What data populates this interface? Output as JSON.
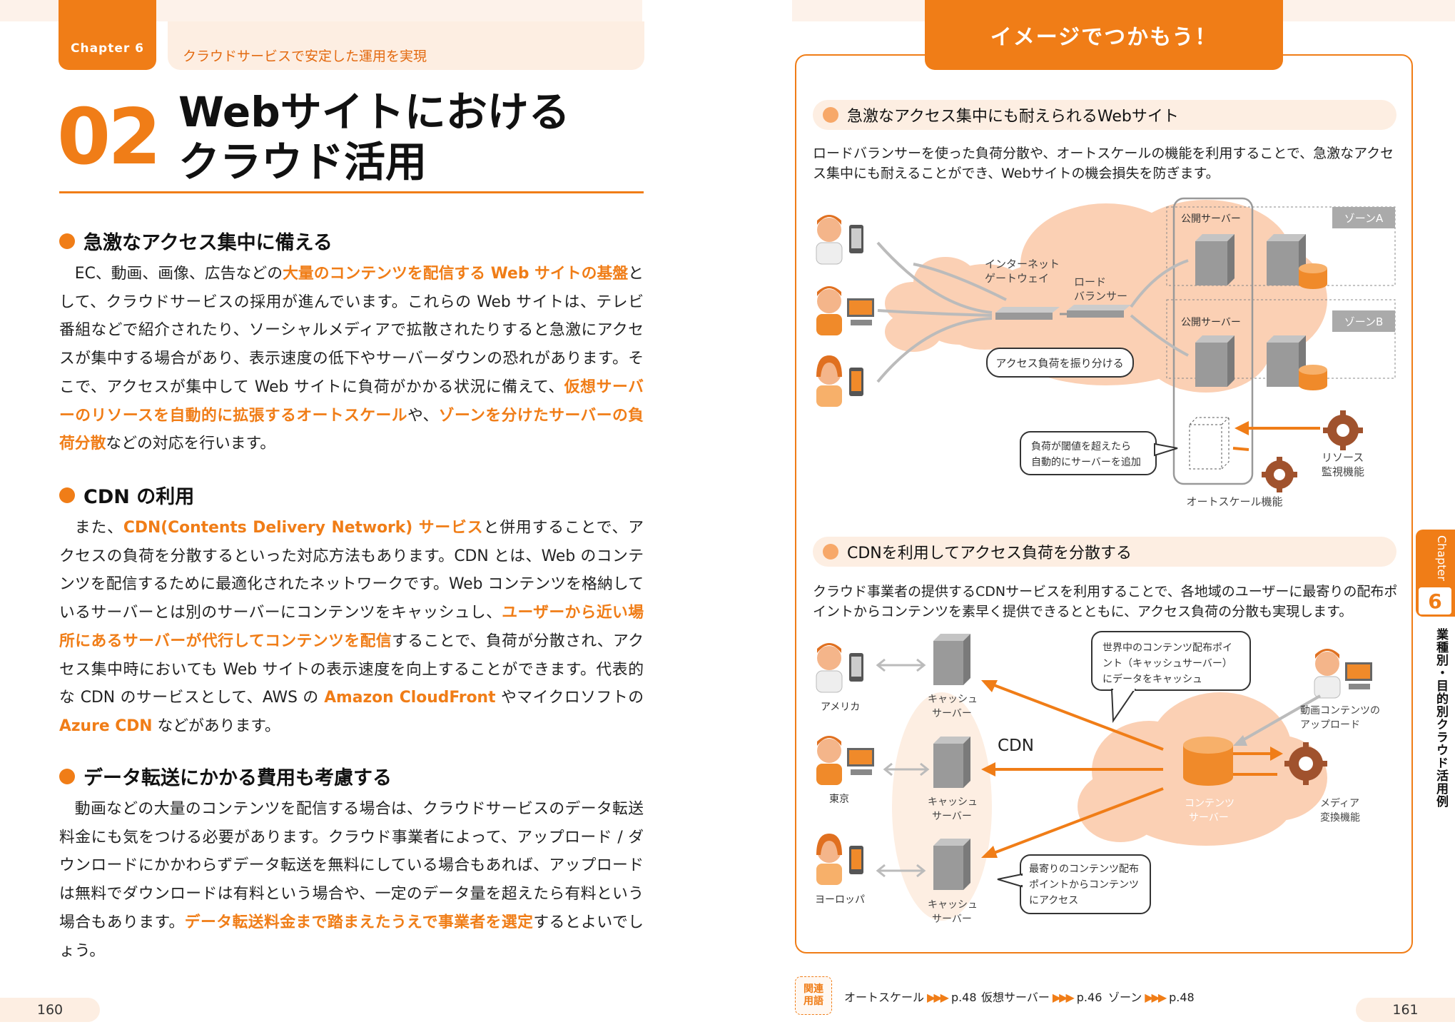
{
  "header": {
    "chapter_tab": "Chapter 6",
    "chapter_title": "クラウドサービスで安定した運用を実現"
  },
  "section": {
    "number": "02",
    "title_line1": "Webサイトにおける",
    "title_line2": "クラウド活用"
  },
  "sections": [
    {
      "heading": "急激なアクセス集中に備える",
      "runs": [
        {
          "t": "EC、動画、画像、広告などの"
        },
        {
          "t": "大量のコンテンツを配信する Web サイトの基盤",
          "hl": true
        },
        {
          "t": "として、クラウドサービスの採用が進んでいます。これらの Web サイトは、テレビ番組などで紹介されたり、ソーシャルメディアで拡散されたりすると急激にアクセスが集中する場合があり、表示速度の低下やサーバーダウンの恐れがあります。そこで、アクセスが集中して Web サイトに負荷がかかる状況に備えて、"
        },
        {
          "t": "仮想サーバーのリソースを自動的に拡張するオートスケール",
          "hl": true
        },
        {
          "t": "や、"
        },
        {
          "t": "ゾーンを分けたサーバーの負荷分散",
          "hl": true
        },
        {
          "t": "などの対応を行います。"
        }
      ]
    },
    {
      "heading": "CDN の利用",
      "runs": [
        {
          "t": "また、"
        },
        {
          "t": "CDN(Contents Delivery Network) サービス",
          "hl": true
        },
        {
          "t": "と併用することで、アクセスの負荷を分散するといった対応方法もあります。CDN とは、Web のコンテンツを配信するために最適化されたネットワークです。Web コンテンツを格納しているサーバーとは別のサーバーにコンテンツをキャッシュし、"
        },
        {
          "t": "ユーザーから近い場所にあるサーバーが代行してコンテンツを配信",
          "hl": true
        },
        {
          "t": "することで、負荷が分散され、アクセス集中時においても Web サイトの表示速度を向上することができます。代表的な CDN のサービスとして、AWS の "
        },
        {
          "t": "Amazon CloudFront",
          "hl": true
        },
        {
          "t": " やマイクロソフトの "
        },
        {
          "t": "Azure CDN",
          "hl": true
        },
        {
          "t": " などがあります。"
        }
      ]
    },
    {
      "heading": "データ転送にかかる費用も考慮する",
      "runs": [
        {
          "t": "動画などの大量のコンテンツを配信する場合は、クラウドサービスのデータ転送料金にも気をつける必要があります。クラウド事業者によって、アップロード / ダウンロードにかかわらずデータ転送を無料にしている場合もあれば、アップロードは無料でダウンロードは有料という場合や、一定のデータ量を超えたら有料という場合もあります。"
        },
        {
          "t": "データ転送料金まで踏まえたうえで事業者を選定",
          "hl": true
        },
        {
          "t": "するとよいでしょう。"
        }
      ]
    }
  ],
  "page_left": "160",
  "page_right": "161",
  "image_tab": "イメージでつかもう！",
  "diagram1": {
    "heading": "急激なアクセス集中にも耐えられるWebサイト",
    "desc": "ロードバランサーを使った負荷分散や、オートスケールの機能を利用することで、急激なアクセス集中にも耐えることができ、Webサイトの機会損失を防ぎます。",
    "labels": {
      "gateway1": "インターネット",
      "gateway2": "ゲートウェイ",
      "lb1": "ロード",
      "lb2": "バランサー",
      "zone_a": "ゾーンA",
      "zone_b": "ゾーンB",
      "public_server_a": "公開サーバー",
      "public_server_b": "公開サーバー",
      "callout_lb": "アクセス負荷を振り分ける",
      "callout_add1": "負荷が閾値を超えたら",
      "callout_add2": "自動的にサーバーを追加",
      "monitor1": "リソース",
      "monitor2": "監視機能",
      "autoscale": "オートスケール機能"
    }
  },
  "diagram2": {
    "heading": "CDNを利用してアクセス負荷を分散する",
    "desc": "クラウド事業者の提供するCDNサービスを利用することで、各地域のユーザーに最寄りの配布ポイントからコンテンツを素早く提供できるとともに、アクセス負荷の分散も実現します。",
    "labels": {
      "america": "アメリカ",
      "tokyo": "東京",
      "europe": "ヨーロッパ",
      "cache1": "キャッシュ",
      "cache2": "サーバー",
      "cdn": "CDN",
      "content1": "コンテンツ",
      "content2": "サーバー",
      "upload1": "動画コンテンツの",
      "upload2": "アップロード",
      "media1": "メディア",
      "media2": "変換機能",
      "callout_world1": "世界中のコンテンツ配布ポイ",
      "callout_world2": "ント（キャッシュサーバー）",
      "callout_world3": "にデータをキャッシュ",
      "callout_near1": "最寄りのコンテンツ配布",
      "callout_near2": "ポイントからコンテンツ",
      "callout_near3": "にアクセス"
    }
  },
  "side": {
    "chapter": "Chapter",
    "number": "6",
    "text": "業種別・目的別クラウド活用例"
  },
  "related": {
    "label1": "関連",
    "label2": "用語",
    "items": [
      {
        "term": "オートスケール",
        "page": "p.48"
      },
      {
        "term": "仮想サーバー",
        "page": "p.46"
      },
      {
        "term": "ゾーン",
        "page": "p.48"
      }
    ]
  },
  "colors": {
    "accent": "#f07d17",
    "light": "#fdeee2",
    "cloud": "#fbd0b4"
  }
}
